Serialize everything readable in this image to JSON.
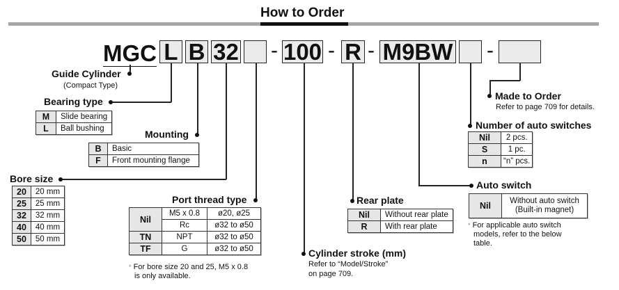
{
  "header": {
    "title": "How to Order"
  },
  "order_code": {
    "prefix": "MGC",
    "segments": [
      {
        "id": "bearing",
        "value": "L"
      },
      {
        "id": "mounting",
        "value": "B"
      },
      {
        "id": "bore",
        "value": "32"
      },
      {
        "id": "port",
        "value": ""
      },
      {
        "sep": "-"
      },
      {
        "id": "stroke",
        "value": "100"
      },
      {
        "sep": "-"
      },
      {
        "id": "rear",
        "value": "R"
      },
      {
        "sep": "-"
      },
      {
        "id": "switch",
        "value": "M9BW"
      },
      {
        "id": "switch_qty",
        "value": ""
      },
      {
        "sep": "-"
      },
      {
        "id": "made_to_order",
        "value": ""
      }
    ],
    "separator": "-"
  },
  "guide_cylinder": {
    "label": "Guide Cylinder",
    "sub": "(Compact Type)"
  },
  "bearing_type": {
    "label": "Bearing type",
    "rows": [
      {
        "code": "M",
        "desc": "Slide bearing"
      },
      {
        "code": "L",
        "desc": "Ball bushing"
      }
    ]
  },
  "mounting": {
    "label": "Mounting",
    "rows": [
      {
        "code": "B",
        "desc": "Basic"
      },
      {
        "code": "F",
        "desc": "Front mounting flange"
      }
    ]
  },
  "bore_size": {
    "label": "Bore size",
    "rows": [
      {
        "code": "20",
        "desc": "20 mm"
      },
      {
        "code": "25",
        "desc": "25 mm"
      },
      {
        "code": "32",
        "desc": "32 mm"
      },
      {
        "code": "40",
        "desc": "40 mm"
      },
      {
        "code": "50",
        "desc": "50 mm"
      }
    ]
  },
  "port_thread": {
    "label": "Port thread type",
    "rows": [
      {
        "code": "Nil",
        "type": "M5 x 0.8",
        "bore": "ø20, ø25"
      },
      {
        "code": "",
        "type": "Rc",
        "bore": "ø32 to ø50"
      },
      {
        "code": "TN",
        "type": "NPT",
        "bore": "ø32 to ø50"
      },
      {
        "code": "TF",
        "type": "G",
        "bore": "ø32 to ø50"
      }
    ],
    "note_mark": "*",
    "note": "For bore size 20 and 25, M5 x 0.8",
    "note2": "is only available."
  },
  "cylinder_stroke": {
    "label": "Cylinder stroke (mm)",
    "sub1": "Refer to “Model/Stroke”",
    "sub2": "on page 709."
  },
  "rear_plate": {
    "label": "Rear plate",
    "rows": [
      {
        "code": "Nil",
        "desc": "Without rear plate"
      },
      {
        "code": "R",
        "desc": "With rear plate"
      }
    ]
  },
  "made_to_order": {
    "label": "Made to Order",
    "sub": "Refer to page 709 for details."
  },
  "num_switches": {
    "label": "Number of auto switches",
    "rows": [
      {
        "code": "Nil",
        "desc": "2 pcs."
      },
      {
        "code": "S",
        "desc": "1 pc."
      },
      {
        "code": "n",
        "desc": "“n” pcs."
      }
    ]
  },
  "auto_switch": {
    "label": "Auto switch",
    "rows": [
      {
        "code": "Nil",
        "desc1": "Without auto switch",
        "desc2": "(Built-in magnet)"
      }
    ],
    "note_mark": "*",
    "note1": "For applicable auto switch",
    "note2": "models, refer to the below",
    "note3": "table."
  },
  "colors": {
    "box_fill": "#ebebeb",
    "key_fill": "#e6e6e6",
    "rule_gray": "#a6a6a6",
    "line": "#222222"
  }
}
